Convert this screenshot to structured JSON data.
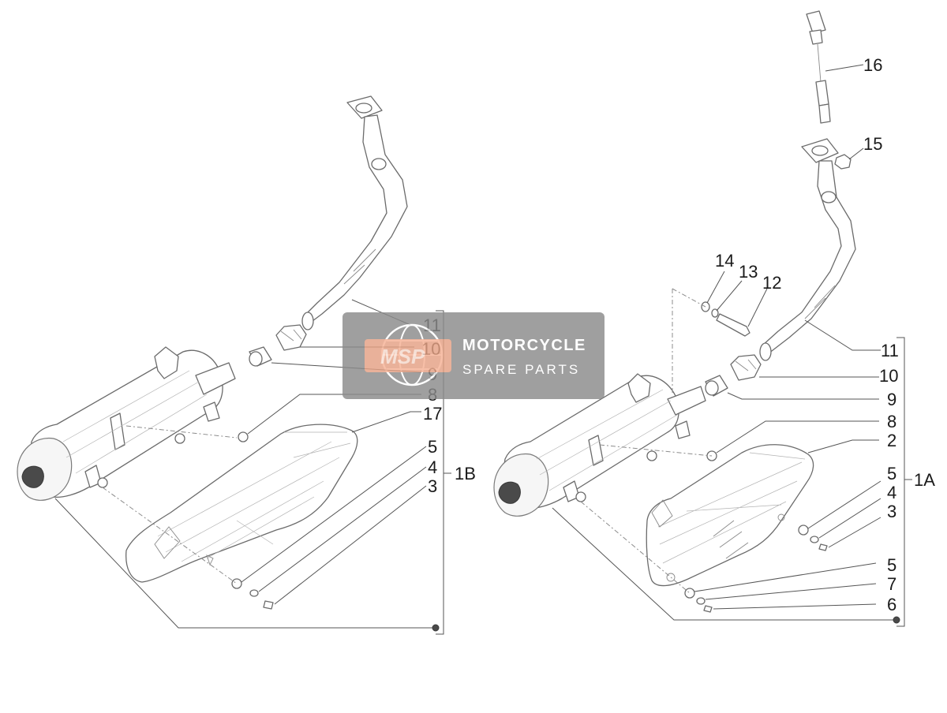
{
  "watermark": {
    "logo_text": "MSP",
    "line1": "MOTORCYCLE",
    "line2": "SPARE PARTS",
    "background_color": "#8a8a8a",
    "logo_color": "#f4a582"
  },
  "assemblies": [
    {
      "group_label": "1B",
      "callouts": [
        "11",
        "10",
        "9",
        "8",
        "17",
        "5",
        "4",
        "3"
      ]
    },
    {
      "group_label": "1A",
      "callouts": [
        "16",
        "15",
        "14",
        "13",
        "12",
        "11",
        "10",
        "9",
        "8",
        "2",
        "5",
        "4",
        "3",
        "5",
        "7",
        "6"
      ]
    }
  ]
}
